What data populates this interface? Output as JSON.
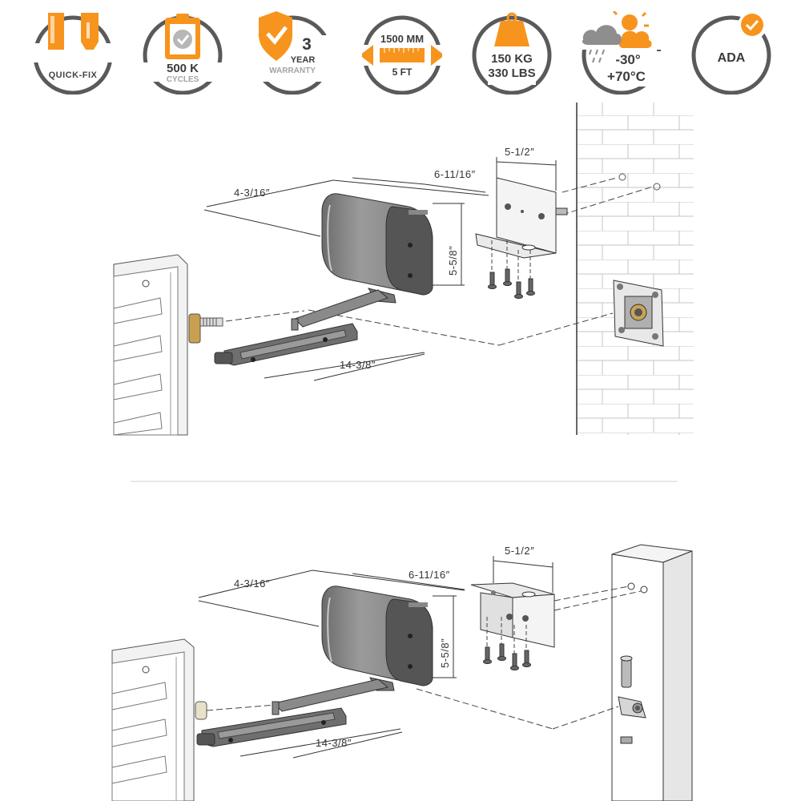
{
  "badges": [
    {
      "icon": "quick-fix-icon",
      "label": "QUICK-FIX"
    },
    {
      "icon": "cycles-icon",
      "value": "500 K",
      "label": "CYCLES"
    },
    {
      "icon": "warranty-shield-icon",
      "value": "3",
      "sub": "YEAR",
      "label": "WARRANTY"
    },
    {
      "icon": "length-arrow-icon",
      "top": "1500 MM",
      "bottom": "5 FT"
    },
    {
      "icon": "weight-icon",
      "line1": "150 KG",
      "line2": "330 LBS"
    },
    {
      "icon": "weather-icon",
      "line1": "-30°",
      "line2": "+70°C"
    },
    {
      "icon": "ada-check-icon",
      "label": "ADA"
    }
  ],
  "colors": {
    "accent": "#f7941d",
    "ring": "#5a5a5a",
    "body": "#8a8a8a",
    "dark": "#3a3a3a"
  },
  "diagram_top": {
    "width": "4-3/16″",
    "depth": "6-11/16″",
    "height": "5-5/8″",
    "bracket": "5-1/2″",
    "arm": "14-3/8″"
  },
  "diagram_bottom": {
    "width": "4-3/16″",
    "depth": "6-11/16″",
    "height": "5-5/8″",
    "bracket": "5-1/2″",
    "arm": "14-3/8″"
  }
}
